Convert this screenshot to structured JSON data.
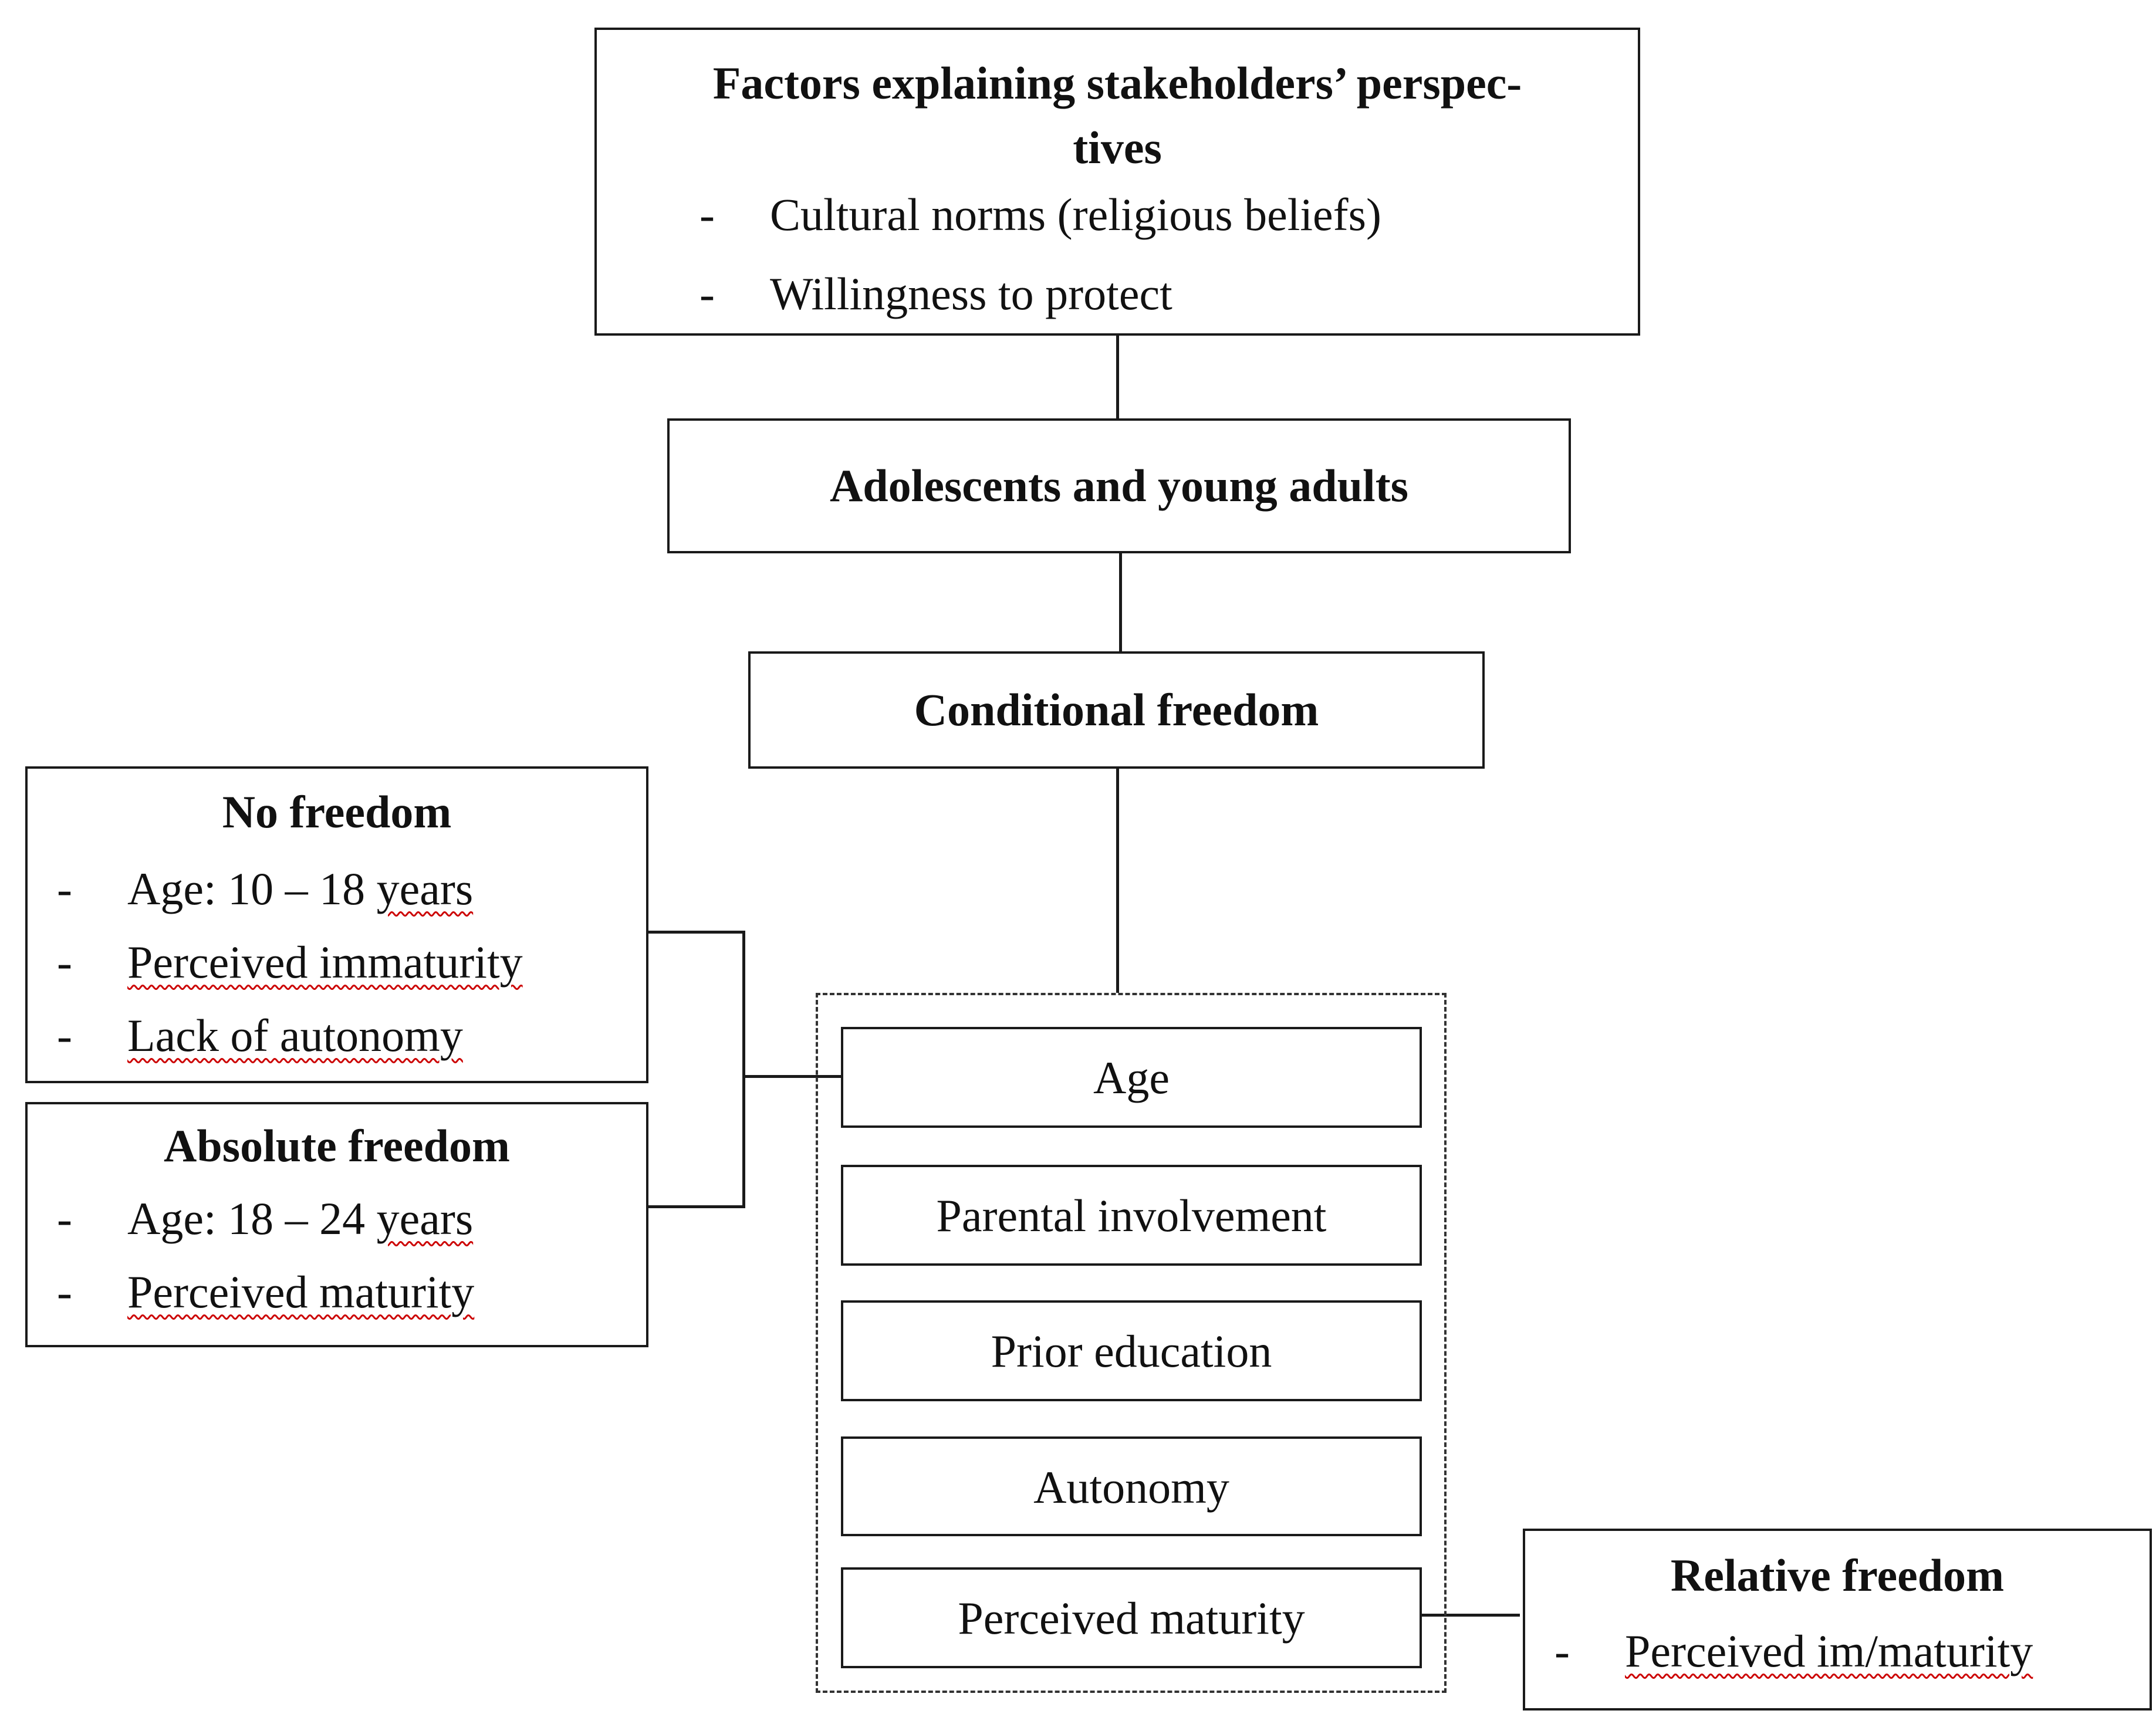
{
  "top": {
    "title_line1": "Factors explaining stakeholders’ perspec-",
    "title_line2": "tives",
    "bullets": [
      {
        "dash": "-",
        "text": "Cultural norms (religious beliefs)"
      },
      {
        "dash": "-",
        "text": "Willingness to protect"
      }
    ]
  },
  "adolescents": {
    "label": "Adolescents and young adults"
  },
  "conditional": {
    "label": "Conditional freedom"
  },
  "no_freedom": {
    "title": "No freedom",
    "bullets": [
      {
        "dash": "-",
        "pre": "Age: 10 – 18 ",
        "marked": "years"
      },
      {
        "dash": "-",
        "marked": "Perceived immaturity"
      },
      {
        "dash": "-",
        "marked": "Lack of autonomy"
      }
    ]
  },
  "absolute_freedom": {
    "title": "Absolute freedom",
    "bullets": [
      {
        "dash": "-",
        "pre": "Age: 18 – 24 ",
        "marked": "years"
      },
      {
        "dash": "-",
        "marked": "Perceived maturity"
      }
    ]
  },
  "conditions": [
    "Age",
    "Parental involvement",
    "Prior education",
    "Autonomy",
    "Perceived maturity"
  ],
  "relative_freedom": {
    "title": "Relative freedom",
    "bullets": [
      {
        "dash": "-",
        "marked": "Perceived im/maturity"
      }
    ]
  },
  "colors": {
    "stroke": "#1a1a1a",
    "spellcheck_underline": "#cc0000"
  }
}
